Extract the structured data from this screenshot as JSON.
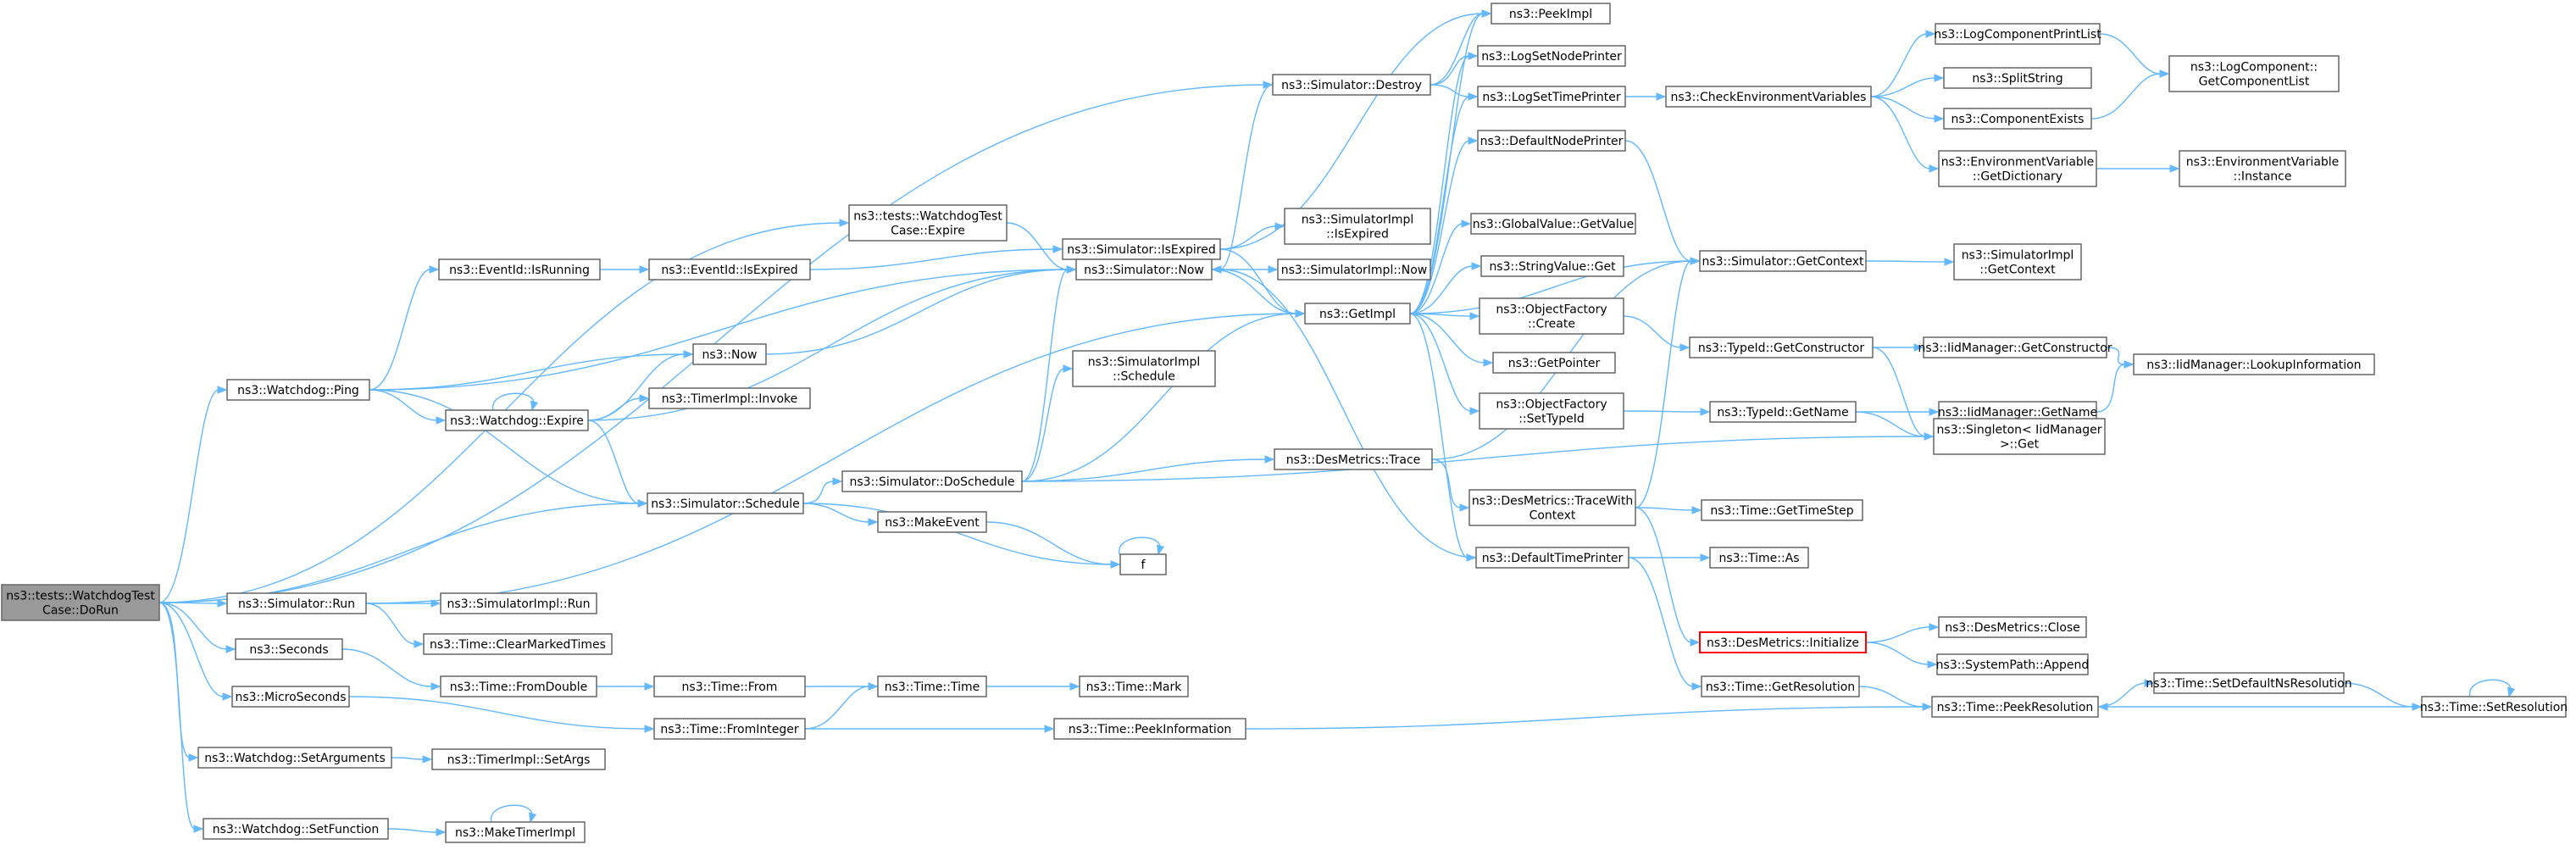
{
  "graph": {
    "colors": {
      "edge": "#63b8ff",
      "node_border": "#666666",
      "root_fill": "#999999",
      "highlight_border": "#ff0000"
    },
    "nodes": [
      {
        "id": "dorun",
        "lines": [
          "ns3::tests::WatchdogTest",
          "Case::DoRun"
        ],
        "root": true
      },
      {
        "id": "destroy",
        "lines": [
          "ns3::Simulator::Destroy"
        ]
      },
      {
        "id": "wtexpire",
        "lines": [
          "ns3::tests::WatchdogTest",
          "Case::Expire"
        ]
      },
      {
        "id": "ping",
        "lines": [
          "ns3::Watchdog::Ping"
        ]
      },
      {
        "id": "schedule",
        "lines": [
          "ns3::Simulator::Schedule"
        ]
      },
      {
        "id": "simrun",
        "lines": [
          "ns3::Simulator::Run"
        ]
      },
      {
        "id": "seconds",
        "lines": [
          "ns3::Seconds"
        ]
      },
      {
        "id": "micro",
        "lines": [
          "ns3::MicroSeconds"
        ]
      },
      {
        "id": "setargs",
        "lines": [
          "ns3::Watchdog::SetArguments"
        ]
      },
      {
        "id": "setfunc",
        "lines": [
          "ns3::Watchdog::SetFunction"
        ]
      },
      {
        "id": "isrunning",
        "lines": [
          "ns3::EventId::IsRunning"
        ]
      },
      {
        "id": "iseid",
        "lines": [
          "ns3::EventId::IsExpired"
        ]
      },
      {
        "id": "ns3now",
        "lines": [
          "ns3::Now"
        ]
      },
      {
        "id": "wexpire",
        "lines": [
          "ns3::Watchdog::Expire"
        ]
      },
      {
        "id": "invoke",
        "lines": [
          "ns3::TimerImpl::Invoke"
        ]
      },
      {
        "id": "simimplrun",
        "lines": [
          "ns3::SimulatorImpl::Run"
        ]
      },
      {
        "id": "clearmarked",
        "lines": [
          "ns3::Time::ClearMarkedTimes"
        ]
      },
      {
        "id": "fromdouble",
        "lines": [
          "ns3::Time::FromDouble"
        ]
      },
      {
        "id": "timersetargs",
        "lines": [
          "ns3::TimerImpl::SetArgs"
        ]
      },
      {
        "id": "maketimer",
        "lines": [
          "ns3::MakeTimerImpl"
        ]
      },
      {
        "id": "doschedule",
        "lines": [
          "ns3::Simulator::DoSchedule"
        ]
      },
      {
        "id": "makeevent",
        "lines": [
          "ns3::MakeEvent"
        ]
      },
      {
        "id": "f",
        "lines": [
          "f"
        ]
      },
      {
        "id": "timefrom",
        "lines": [
          "ns3::Time::From"
        ]
      },
      {
        "id": "frominteger",
        "lines": [
          "ns3::Time::FromInteger"
        ]
      },
      {
        "id": "timetime",
        "lines": [
          "ns3::Time::Time"
        ]
      },
      {
        "id": "timemark",
        "lines": [
          "ns3::Time::Mark"
        ]
      },
      {
        "id": "peekinfo",
        "lines": [
          "ns3::Time::PeekInformation"
        ]
      },
      {
        "id": "simisexp",
        "lines": [
          "ns3::Simulator::IsExpired"
        ]
      },
      {
        "id": "simnow",
        "lines": [
          "ns3::Simulator::Now"
        ]
      },
      {
        "id": "simimplsched",
        "lines": [
          "ns3::SimulatorImpl",
          "::Schedule"
        ]
      },
      {
        "id": "simimplisexp",
        "lines": [
          "ns3::SimulatorImpl",
          "::IsExpired"
        ]
      },
      {
        "id": "simimplnow",
        "lines": [
          "ns3::SimulatorImpl::Now"
        ]
      },
      {
        "id": "getimpl",
        "lines": [
          "ns3::GetImpl"
        ]
      },
      {
        "id": "desmtrace",
        "lines": [
          "ns3::DesMetrics::Trace"
        ]
      },
      {
        "id": "desmtracectx",
        "lines": [
          "ns3::DesMetrics::TraceWith",
          "Context"
        ]
      },
      {
        "id": "deftimeprinter",
        "lines": [
          "ns3::DefaultTimePrinter"
        ]
      },
      {
        "id": "peekimpl",
        "lines": [
          "ns3::PeekImpl"
        ]
      },
      {
        "id": "lognodeprinter",
        "lines": [
          "ns3::LogSetNodePrinter"
        ]
      },
      {
        "id": "logtimeprinter",
        "lines": [
          "ns3::LogSetTimePrinter"
        ]
      },
      {
        "id": "defnodeprinter",
        "lines": [
          "ns3::DefaultNodePrinter"
        ]
      },
      {
        "id": "globalvalue",
        "lines": [
          "ns3::GlobalValue::GetValue"
        ]
      },
      {
        "id": "stringvalue",
        "lines": [
          "ns3::StringValue::Get"
        ]
      },
      {
        "id": "objcreate",
        "lines": [
          "ns3::ObjectFactory",
          "::Create"
        ]
      },
      {
        "id": "getpointer",
        "lines": [
          "ns3::GetPointer"
        ]
      },
      {
        "id": "objsettypeid",
        "lines": [
          "ns3::ObjectFactory",
          "::SetTypeId"
        ]
      },
      {
        "id": "timeas",
        "lines": [
          "ns3::Time::As"
        ]
      },
      {
        "id": "checkenv",
        "lines": [
          "ns3::CheckEnvironmentVariables"
        ]
      },
      {
        "id": "simgetctx",
        "lines": [
          "ns3::Simulator::GetContext"
        ]
      },
      {
        "id": "typeidgetctor",
        "lines": [
          "ns3::TypeId::GetConstructor"
        ]
      },
      {
        "id": "typeidgetname",
        "lines": [
          "ns3::TypeId::GetName"
        ]
      },
      {
        "id": "gettimestep",
        "lines": [
          "ns3::Time::GetTimeStep"
        ]
      },
      {
        "id": "desminit",
        "lines": [
          "ns3::DesMetrics::Initialize"
        ],
        "highlight": true
      },
      {
        "id": "getres",
        "lines": [
          "ns3::Time::GetResolution"
        ]
      },
      {
        "id": "logcompprint",
        "lines": [
          "ns3::LogComponentPrintList"
        ]
      },
      {
        "id": "splitstring",
        "lines": [
          "ns3::SplitString"
        ]
      },
      {
        "id": "compexists",
        "lines": [
          "ns3::ComponentExists"
        ]
      },
      {
        "id": "envgetdict",
        "lines": [
          "ns3::EnvironmentVariable",
          "::GetDictionary"
        ]
      },
      {
        "id": "simimplgetctx",
        "lines": [
          "ns3::SimulatorImpl",
          "::GetContext"
        ]
      },
      {
        "id": "iidgetctor",
        "lines": [
          "ns3::IidManager::GetConstructor"
        ]
      },
      {
        "id": "iidgetname",
        "lines": [
          "ns3::IidManager::GetName"
        ]
      },
      {
        "id": "singleton",
        "lines": [
          "ns3::Singleton< IidManager",
          ">::Get"
        ]
      },
      {
        "id": "desmclose",
        "lines": [
          "ns3::DesMetrics::Close"
        ]
      },
      {
        "id": "syspathappend",
        "lines": [
          "ns3::SystemPath::Append"
        ]
      },
      {
        "id": "peekres",
        "lines": [
          "ns3::Time::PeekResolution"
        ]
      },
      {
        "id": "logcompget",
        "lines": [
          "ns3::LogComponent::",
          "GetComponentList"
        ]
      },
      {
        "id": "envinstance",
        "lines": [
          "ns3::EnvironmentVariable",
          "::Instance"
        ]
      },
      {
        "id": "iidlookup",
        "lines": [
          "ns3::IidManager::LookupInformation"
        ]
      },
      {
        "id": "setdefres",
        "lines": [
          "ns3::Time::SetDefaultNsResolution"
        ]
      },
      {
        "id": "setres",
        "lines": [
          "ns3::Time::SetResolution"
        ]
      }
    ],
    "edges": [
      [
        "dorun",
        "destroy"
      ],
      [
        "dorun",
        "wtexpire"
      ],
      [
        "dorun",
        "ping"
      ],
      [
        "dorun",
        "schedule"
      ],
      [
        "dorun",
        "simrun"
      ],
      [
        "dorun",
        "seconds"
      ],
      [
        "dorun",
        "micro"
      ],
      [
        "dorun",
        "setargs"
      ],
      [
        "dorun",
        "setfunc"
      ],
      [
        "ping",
        "isrunning"
      ],
      [
        "ping",
        "ns3now"
      ],
      [
        "ping",
        "wexpire"
      ],
      [
        "ping",
        "schedule"
      ],
      [
        "ping",
        "simnow"
      ],
      [
        "isrunning",
        "iseid"
      ],
      [
        "iseid",
        "simisexp"
      ],
      [
        "wexpire",
        "wexpire"
      ],
      [
        "wexpire",
        "ns3now"
      ],
      [
        "wexpire",
        "invoke"
      ],
      [
        "wexpire",
        "schedule"
      ],
      [
        "wexpire",
        "simnow"
      ],
      [
        "ns3now",
        "simnow"
      ],
      [
        "wtexpire",
        "simnow"
      ],
      [
        "schedule",
        "doschedule"
      ],
      [
        "schedule",
        "makeevent"
      ],
      [
        "schedule",
        "f"
      ],
      [
        "simrun",
        "simimplrun"
      ],
      [
        "simrun",
        "clearmarked"
      ],
      [
        "simrun",
        "getimpl"
      ],
      [
        "seconds",
        "fromdouble"
      ],
      [
        "fromdouble",
        "timefrom"
      ],
      [
        "timefrom",
        "timetime"
      ],
      [
        "micro",
        "frominteger"
      ],
      [
        "frominteger",
        "timetime"
      ],
      [
        "frominteger",
        "peekinfo"
      ],
      [
        "timetime",
        "timemark"
      ],
      [
        "setargs",
        "timersetargs"
      ],
      [
        "setfunc",
        "maketimer"
      ],
      [
        "maketimer",
        "maketimer"
      ],
      [
        "makeevent",
        "f"
      ],
      [
        "f",
        "f"
      ],
      [
        "doschedule",
        "simnow"
      ],
      [
        "doschedule",
        "simimplsched"
      ],
      [
        "doschedule",
        "getimpl"
      ],
      [
        "doschedule",
        "desmtrace"
      ],
      [
        "doschedule",
        "singleton"
      ],
      [
        "destroy",
        "peekimpl"
      ],
      [
        "destroy",
        "lognodeprinter"
      ],
      [
        "destroy",
        "logtimeprinter"
      ],
      [
        "destroy",
        "simnow"
      ],
      [
        "simisexp",
        "simimplisexp"
      ],
      [
        "simisexp",
        "getimpl"
      ],
      [
        "simisexp",
        "peekimpl"
      ],
      [
        "simnow",
        "simimplnow"
      ],
      [
        "simnow",
        "getimpl"
      ],
      [
        "getimpl",
        "peekimpl"
      ],
      [
        "getimpl",
        "lognodeprinter"
      ],
      [
        "getimpl",
        "logtimeprinter"
      ],
      [
        "getimpl",
        "defnodeprinter"
      ],
      [
        "getimpl",
        "globalvalue"
      ],
      [
        "getimpl",
        "stringvalue"
      ],
      [
        "getimpl",
        "objcreate"
      ],
      [
        "getimpl",
        "getpointer"
      ],
      [
        "getimpl",
        "objsettypeid"
      ],
      [
        "getimpl",
        "deftimeprinter"
      ],
      [
        "getimpl",
        "simgetctx"
      ],
      [
        "desmtrace",
        "desmtracectx"
      ],
      [
        "desmtrace",
        "simgetctx"
      ],
      [
        "desmtracectx",
        "simgetctx"
      ],
      [
        "desmtracectx",
        "gettimestep"
      ],
      [
        "desmtracectx",
        "desminit"
      ],
      [
        "deftimeprinter",
        "simnow"
      ],
      [
        "deftimeprinter",
        "timeas"
      ],
      [
        "deftimeprinter",
        "getres"
      ],
      [
        "defnodeprinter",
        "simgetctx"
      ],
      [
        "logtimeprinter",
        "checkenv"
      ],
      [
        "checkenv",
        "logcompprint"
      ],
      [
        "checkenv",
        "splitstring"
      ],
      [
        "checkenv",
        "compexists"
      ],
      [
        "checkenv",
        "envgetdict"
      ],
      [
        "logcompprint",
        "logcompget"
      ],
      [
        "compexists",
        "logcompget"
      ],
      [
        "envgetdict",
        "envinstance"
      ],
      [
        "simgetctx",
        "simimplgetctx"
      ],
      [
        "objcreate",
        "typeidgetctor"
      ],
      [
        "typeidgetctor",
        "iidgetctor"
      ],
      [
        "typeidgetctor",
        "singleton"
      ],
      [
        "objsettypeid",
        "typeidgetname"
      ],
      [
        "typeidgetname",
        "iidgetname"
      ],
      [
        "typeidgetname",
        "singleton"
      ],
      [
        "iidgetctor",
        "iidlookup"
      ],
      [
        "iidgetname",
        "iidlookup"
      ],
      [
        "desminit",
        "desmclose"
      ],
      [
        "desminit",
        "syspathappend"
      ],
      [
        "getres",
        "peekres"
      ],
      [
        "peekinfo",
        "peekres"
      ],
      [
        "peekres",
        "setdefres"
      ],
      [
        "setdefres",
        "setres"
      ],
      [
        "setres",
        "peekres"
      ],
      [
        "setres",
        "setres"
      ]
    ]
  }
}
